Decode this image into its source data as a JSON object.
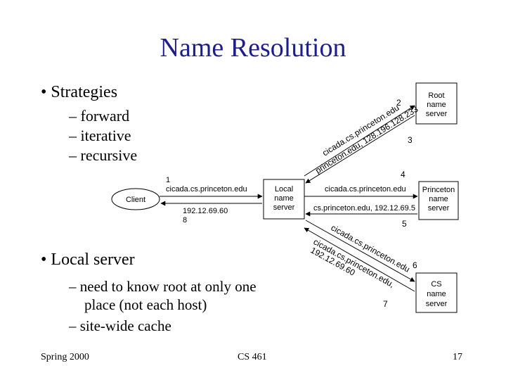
{
  "slide": {
    "title": "Name Resolution",
    "bullet1": "• Strategies",
    "strategies": [
      "– forward",
      "– iterative",
      "– recursive"
    ],
    "bullet2": "• Local server",
    "local_points": [
      "– need to know root at only one",
      "place (not each host)",
      "– site-wide cache"
    ],
    "footer_left": "Spring 2000",
    "footer_center": "CS 461",
    "footer_right": "17"
  },
  "diagram": {
    "client": "Client",
    "local_server": [
      "Local",
      "name",
      "server"
    ],
    "root_server": [
      "Root",
      "name",
      "server"
    ],
    "princeton_server": [
      "Princeton",
      "name",
      "server"
    ],
    "cs_server": [
      "CS",
      "name",
      "server"
    ],
    "step1": "1",
    "step1_text": "cicada.cs.princeton.edu",
    "step8_addr": "192.12.69.60",
    "step8": "8",
    "step2": "2",
    "step2_text": "cicada.cs.princeton.edu",
    "step3": "3",
    "step3_text": "princeton.edu, 128.196.128.233",
    "step4": "4",
    "step4_text": "cicada.cs.princeton.edu",
    "step5": "5",
    "step5_text": "cs.princeton.edu, 192.12.69.5",
    "step6": "6",
    "step6_text": "cicada.cs.princeton.edu",
    "step7": "7",
    "step7_text": "cicada.cs.princeton.edu,",
    "step7_addr": "192.12.69.60"
  }
}
